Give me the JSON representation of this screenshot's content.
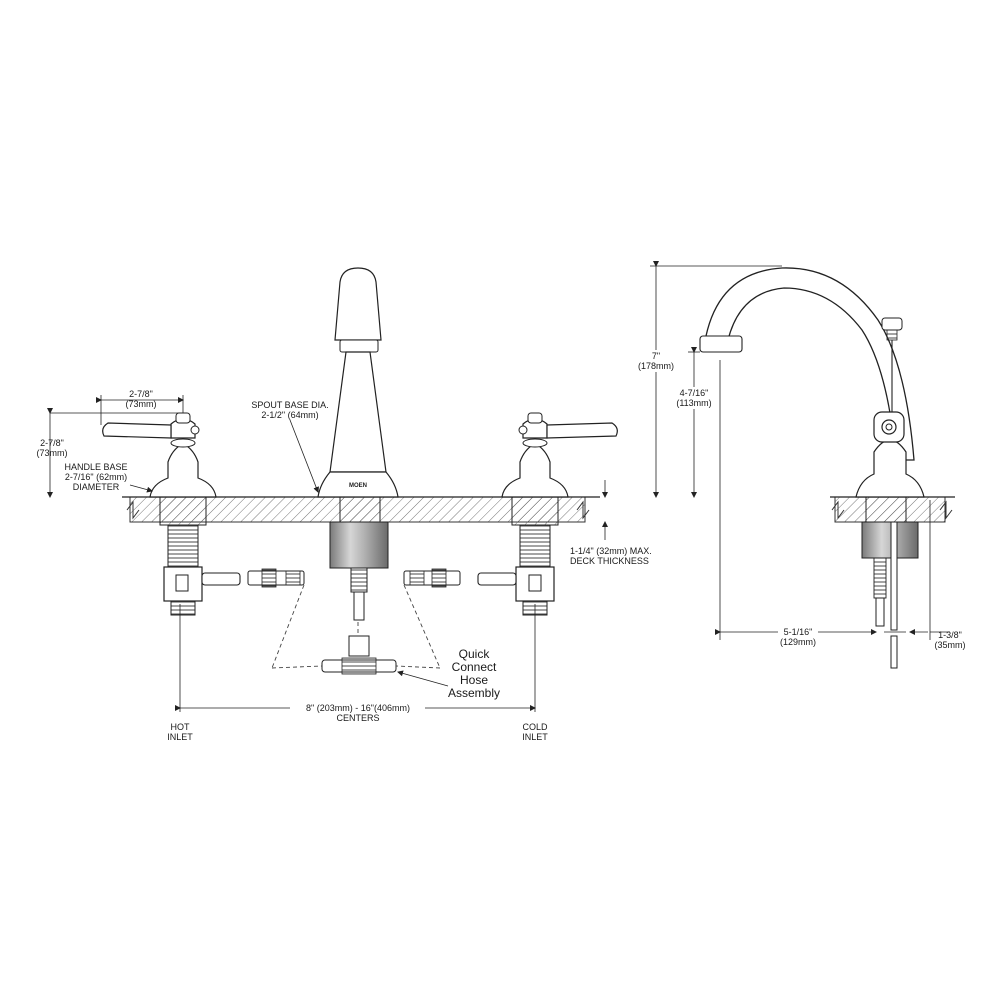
{
  "brand_mark": "MOEN",
  "labels": {
    "handle_width_in": "2-7/8\"",
    "handle_width_mm": "(73mm)",
    "handle_height_in": "2-7/8\"",
    "handle_height_mm": "(73mm)",
    "handle_base_line1": "HANDLE BASE",
    "handle_base_line2": "2-7/16\" (62mm)",
    "handle_base_line3": "DIAMETER",
    "spout_base_line1": "SPOUT BASE DIA.",
    "spout_base_line2": "2-1/2\" (64mm)",
    "deck_line1": "1-1/4\" (32mm) MAX.",
    "deck_line2": "DECK THICKNESS",
    "quick_line1": "Quick",
    "quick_line2": "Connect",
    "quick_line3": "Hose",
    "quick_line4": "Assembly",
    "centers_line1": "8\" (203mm) - 16\"(406mm)",
    "centers_line2": "CENTERS",
    "hot_line1": "HOT",
    "hot_line2": "INLET",
    "cold_line1": "COLD",
    "cold_line2": "INLET",
    "height_in": "7\"",
    "height_mm": "(178mm)",
    "outlet_in": "4-7/16\"",
    "outlet_mm": "(113mm)",
    "reach_in": "5-1/16\"",
    "reach_mm": "(129mm)",
    "offset_in": "1-3/8\"",
    "offset_mm": "(35mm)"
  }
}
